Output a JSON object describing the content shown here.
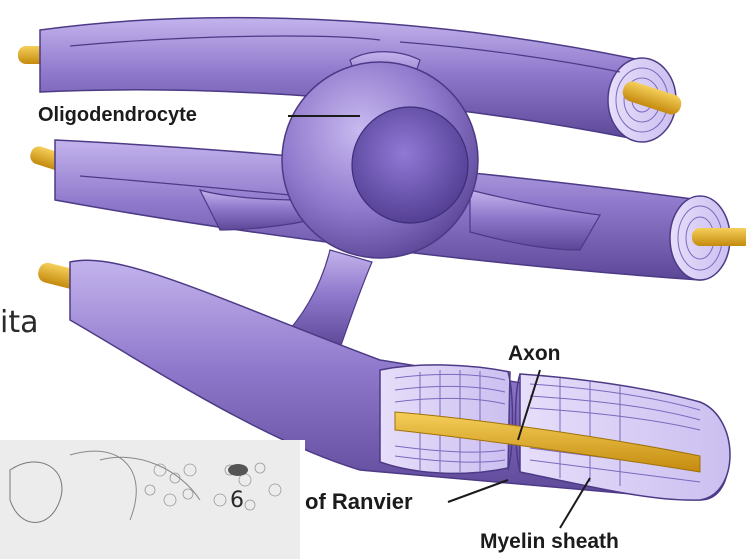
{
  "labels": {
    "oligodendrocyte": "Oligodendrocyte",
    "axon": "Axon",
    "node": "of Ranvier",
    "myelin": "Myelin sheath",
    "side_fragment": "ita",
    "inset_number": "6"
  },
  "colors": {
    "sheath": "#8a75c4",
    "sheath_dark": "#5e4a9c",
    "sheath_light": "#b7a6e3",
    "axon": "#e3a617"
  }
}
